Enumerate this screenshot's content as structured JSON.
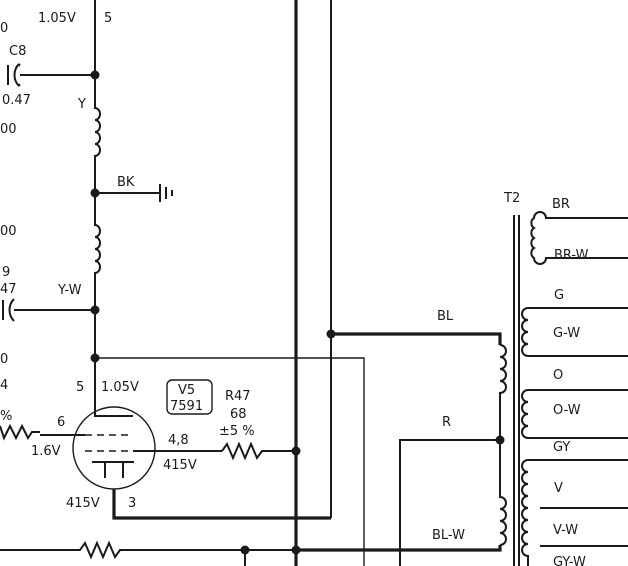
{
  "labels": {
    "v_top": "1.05V",
    "pin5_top": "5",
    "c8": "C8",
    "c8_val": "0.47",
    "yellow": "Y",
    "black": "BK",
    "yellow_white": "Y-W",
    "left_frag_1": "0",
    "left_frag_2": "00",
    "left_frag_3": "00",
    "left_frag_4": "9",
    "left_frag_5": "47",
    "left_frag_6": "0",
    "left_frag_7": "4",
    "left_frag_8": "%",
    "pin5": "5",
    "pin6": "6",
    "pin3": "3",
    "pins48": "4,8",
    "v_plate": "1.05V",
    "v_grid": "1.6V",
    "v_cathode": "415V",
    "v_heater": "415V",
    "v5": "V5",
    "v5_type": "7591",
    "r47": "R47",
    "r47_val": "68",
    "r47_tol": "±5 %",
    "t2": "T2",
    "bl": "BL",
    "r": "R",
    "bl_w": "BL-W",
    "sec": [
      "BR",
      "BR-W",
      "G",
      "G-W",
      "O",
      "O-W",
      "GY",
      "V",
      "V-W",
      "GY-W"
    ]
  }
}
